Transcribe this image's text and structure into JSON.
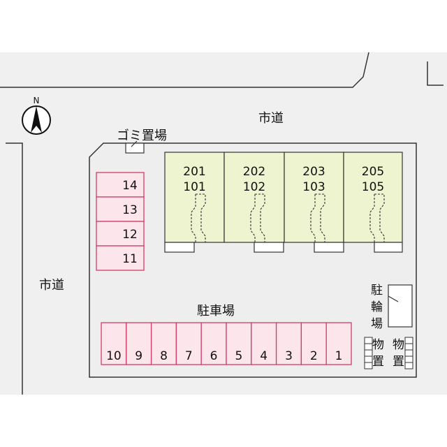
{
  "compass": {
    "north_label": "N",
    "icon": "north-arrow-icon"
  },
  "roads": {
    "top_label": "市道",
    "left_label": "市道"
  },
  "garbage": {
    "label": "ゴミ置場"
  },
  "building": {
    "units": [
      {
        "upper": "201",
        "lower": "101"
      },
      {
        "upper": "202",
        "lower": "102"
      },
      {
        "upper": "203",
        "lower": "103"
      },
      {
        "upper": "205",
        "lower": "105"
      }
    ]
  },
  "parking": {
    "label": "駐車場",
    "left_slots": [
      "14",
      "13",
      "12",
      "11"
    ],
    "bottom_slots": [
      "10",
      "9",
      "8",
      "7",
      "6",
      "5",
      "4",
      "3",
      "2",
      "1"
    ]
  },
  "bike_parking": {
    "chars": [
      "駐",
      "輪",
      "場"
    ]
  },
  "storage": [
    {
      "chars": [
        "物",
        "置"
      ]
    },
    {
      "chars": [
        "物",
        "置"
      ]
    }
  ],
  "colors": {
    "lot_fill": "#eeeeee",
    "road_band": "#f0f0f0",
    "building_fill": "#eef3d0",
    "parking_fill": "#fce6ec",
    "parking_stroke": "#d23c64"
  }
}
